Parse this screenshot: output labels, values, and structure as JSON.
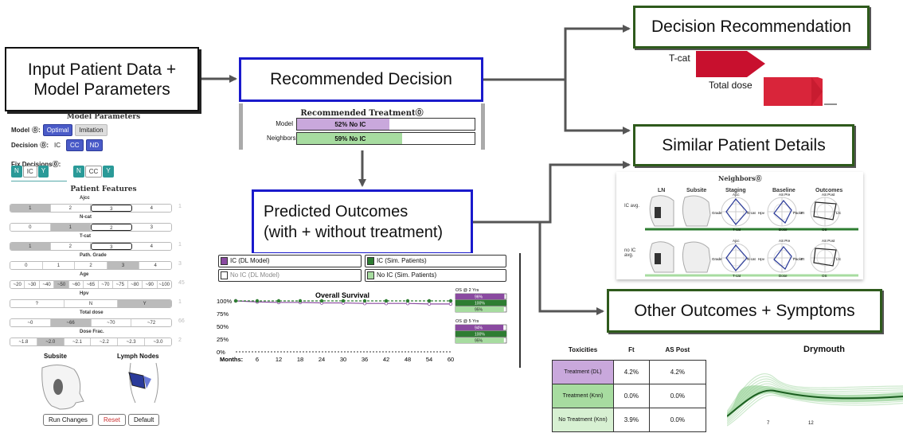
{
  "flow": {
    "input": "Input Patient Data +\nModel Parameters",
    "recommended": "Recommended Decision",
    "predicted_line1": "Predicted Outcomes",
    "predicted_line2": "(with + without treatment)",
    "decision_rec": "Decision Recommendation",
    "similar": "Similar Patient Details",
    "other": "Other Outcomes + Symptoms"
  },
  "params": {
    "title": "Model Parameters",
    "model_label": "Model",
    "model_options": [
      "Optimal",
      "Imitation"
    ],
    "decision_label": "Decision",
    "decision_options": [
      "IC",
      "CC",
      "ND"
    ],
    "fix_label": "Fix Decisions",
    "fix_a": [
      "N",
      "IC",
      "Y"
    ],
    "fix_b": [
      "N",
      "CC",
      "Y"
    ],
    "features_title": "Patient Features",
    "features": [
      {
        "name": "Ajcc",
        "opts": [
          "1",
          "2",
          "3",
          "4"
        ],
        "side": "1"
      },
      {
        "name": "N-cat",
        "opts": [
          "0",
          "1",
          "2",
          "3"
        ],
        "side": ""
      },
      {
        "name": "T-cat",
        "opts": [
          "1",
          "2",
          "3",
          "4"
        ],
        "side": "1"
      },
      {
        "name": "Path. Grade",
        "opts": [
          "0",
          "1",
          "2",
          "3",
          "4"
        ],
        "side": "3"
      },
      {
        "name": "Age",
        "opts": [
          "~20",
          "~30",
          "~40",
          "~50",
          "~60",
          "~65",
          "~70",
          "~75",
          "~80",
          "~90",
          "~100"
        ],
        "side": "45"
      },
      {
        "name": "Hpv",
        "opts": [
          "?",
          "N",
          "Y"
        ],
        "side": "1"
      },
      {
        "name": "Total dose",
        "opts": [
          "~0",
          "~66",
          "~70",
          "~72"
        ],
        "side": "66"
      },
      {
        "name": "Dose Frac.",
        "opts": [
          "~1.8",
          "~2.0",
          "~2.1",
          "~2.2",
          "~2.3",
          "~3.0"
        ],
        "side": "2"
      }
    ],
    "subsite_label": "Subsite",
    "lymph_label": "Lymph Nodes",
    "buttons": [
      "Run Changes",
      "Reset",
      "Default"
    ]
  },
  "decision_rec_panel": {
    "tcat_label": "T-cat",
    "dose_label": "Total dose",
    "colors": {
      "tcat": "#c8102e",
      "dose": "#d9253a"
    }
  },
  "rec_treatment": {
    "title": "Recommended Treatment",
    "rows": [
      {
        "label": "Model",
        "text": "52% No IC",
        "value": 0.52,
        "color": "#c9a8dc"
      },
      {
        "label": "Neighbors",
        "text": "59% No IC",
        "value": 0.59,
        "color": "#a7dca0"
      }
    ]
  },
  "outcomes": {
    "legend": [
      "IC (DL Model)",
      "IC (Sim. Patients)",
      "No IC (DL Model)",
      "No IC (Sim. Patients)"
    ],
    "legend_colors": [
      "#8a4aa0",
      "#2e7d32",
      "#ffffff",
      "#a7dca0"
    ],
    "os2_label": "OS @ 2 Yrs",
    "os5_label": "OS @ 5 Yrs",
    "os2_vals": [
      "96%",
      "100%",
      "95%"
    ],
    "os5_vals": [
      "94%",
      "100%",
      "95%"
    ],
    "chart_data": {
      "type": "line",
      "title": "Overall Survival",
      "x": [
        0,
        6,
        12,
        18,
        24,
        30,
        36,
        42,
        48,
        54,
        60
      ],
      "xlabel": "Months:",
      "ylim": [
        0,
        100
      ],
      "yticks": [
        "100%",
        "75%",
        "50%",
        "25%",
        "0%"
      ],
      "series": [
        {
          "name": "IC (DL Model)",
          "values": [
            100,
            98,
            97,
            97,
            96,
            96,
            95,
            95,
            95,
            94,
            94
          ]
        },
        {
          "name": "IC (Sim. Patients)",
          "values": [
            100,
            100,
            100,
            100,
            100,
            100,
            100,
            100,
            100,
            100,
            100
          ]
        }
      ]
    }
  },
  "neighbors": {
    "title": "Neighbors",
    "cols": [
      "LN",
      "Subsite",
      "Staging",
      "Baseline",
      "Outcomes"
    ],
    "rows": [
      "IC avg.",
      "no IC avg."
    ],
    "staging_axes": [
      "Ajcc",
      "N-cat",
      "T-cat",
      "Grade"
    ],
    "baseline_axes": [
      "AS Pre",
      "Packs",
      "Dose",
      "Hpv"
    ],
    "outcome_axes": [
      "AS Post",
      "Lrc",
      "OS",
      "Ft"
    ]
  },
  "toxicity": {
    "headers": [
      "Toxicities",
      "Ft",
      "AS Post"
    ],
    "rows": [
      {
        "label": "Treatment (DL)",
        "ft": "4.2%",
        "as": "4.2%",
        "color": "#c9a8dc"
      },
      {
        "label": "Treatment (Knn)",
        "ft": "0.0%",
        "as": "0.0%",
        "color": "#a7dca0"
      },
      {
        "label": "No Treatment (Knn)",
        "ft": "3.9%",
        "as": "0.0%",
        "color": "#d7f0d2"
      }
    ]
  },
  "drymouth": {
    "title": "Drymouth",
    "ticks": [
      "7",
      "12"
    ]
  }
}
